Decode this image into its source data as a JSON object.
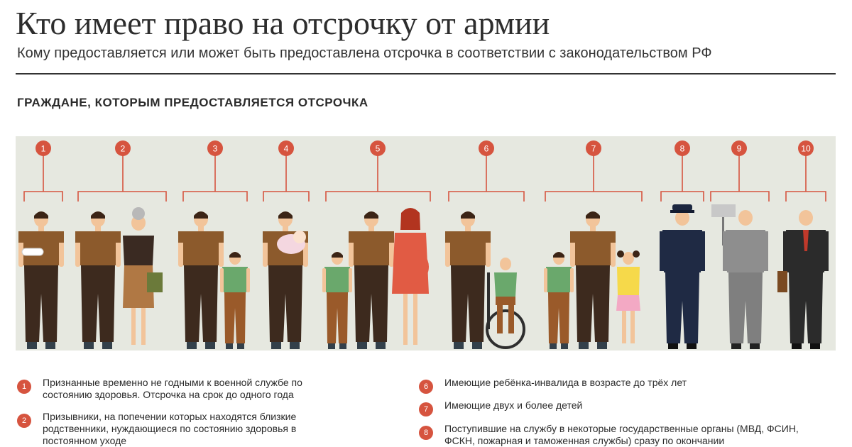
{
  "header": {
    "title": "Кто имеет право на отсрочку от армии",
    "subtitle": "Кому предоставляется или может быть предоставлена отсрочка в соответствии с законодательством РФ"
  },
  "section": {
    "title": "ГРАЖДАНЕ, КОТОРЫМ ПРЕДОСТАВЛЯЕТСЯ ОТСРОЧКА"
  },
  "badges": [
    "1",
    "2",
    "3",
    "4",
    "5",
    "6",
    "7",
    "8",
    "9",
    "10"
  ],
  "colors": {
    "accent": "#d6543f",
    "band": "#e6e8e0",
    "shirt": "#8c5a2c",
    "pants": "#3d2a1e",
    "skin": "#f2c49a"
  },
  "legend": [
    {
      "num": "1",
      "text": "Признанные временно не годными к военной службе по состоянию здоровья. Отсрочка на срок до одного года"
    },
    {
      "num": "2",
      "text": "Призывники, на попечении которых находятся близкие родственники, нуждающиеся по состоянию здоровья в постоянном уходе"
    },
    {
      "num": "6",
      "text": "Имеющие ребёнка-инвалида в возрасте до трёх лет"
    },
    {
      "num": "7",
      "text": "Имеющие двух и более детей"
    },
    {
      "num": "8",
      "text": "Поступившие на службу в некоторые государственные органы (МВД, ФСИН, ФСКН, пожарная и таможенная службы) сразу по окончании"
    }
  ]
}
